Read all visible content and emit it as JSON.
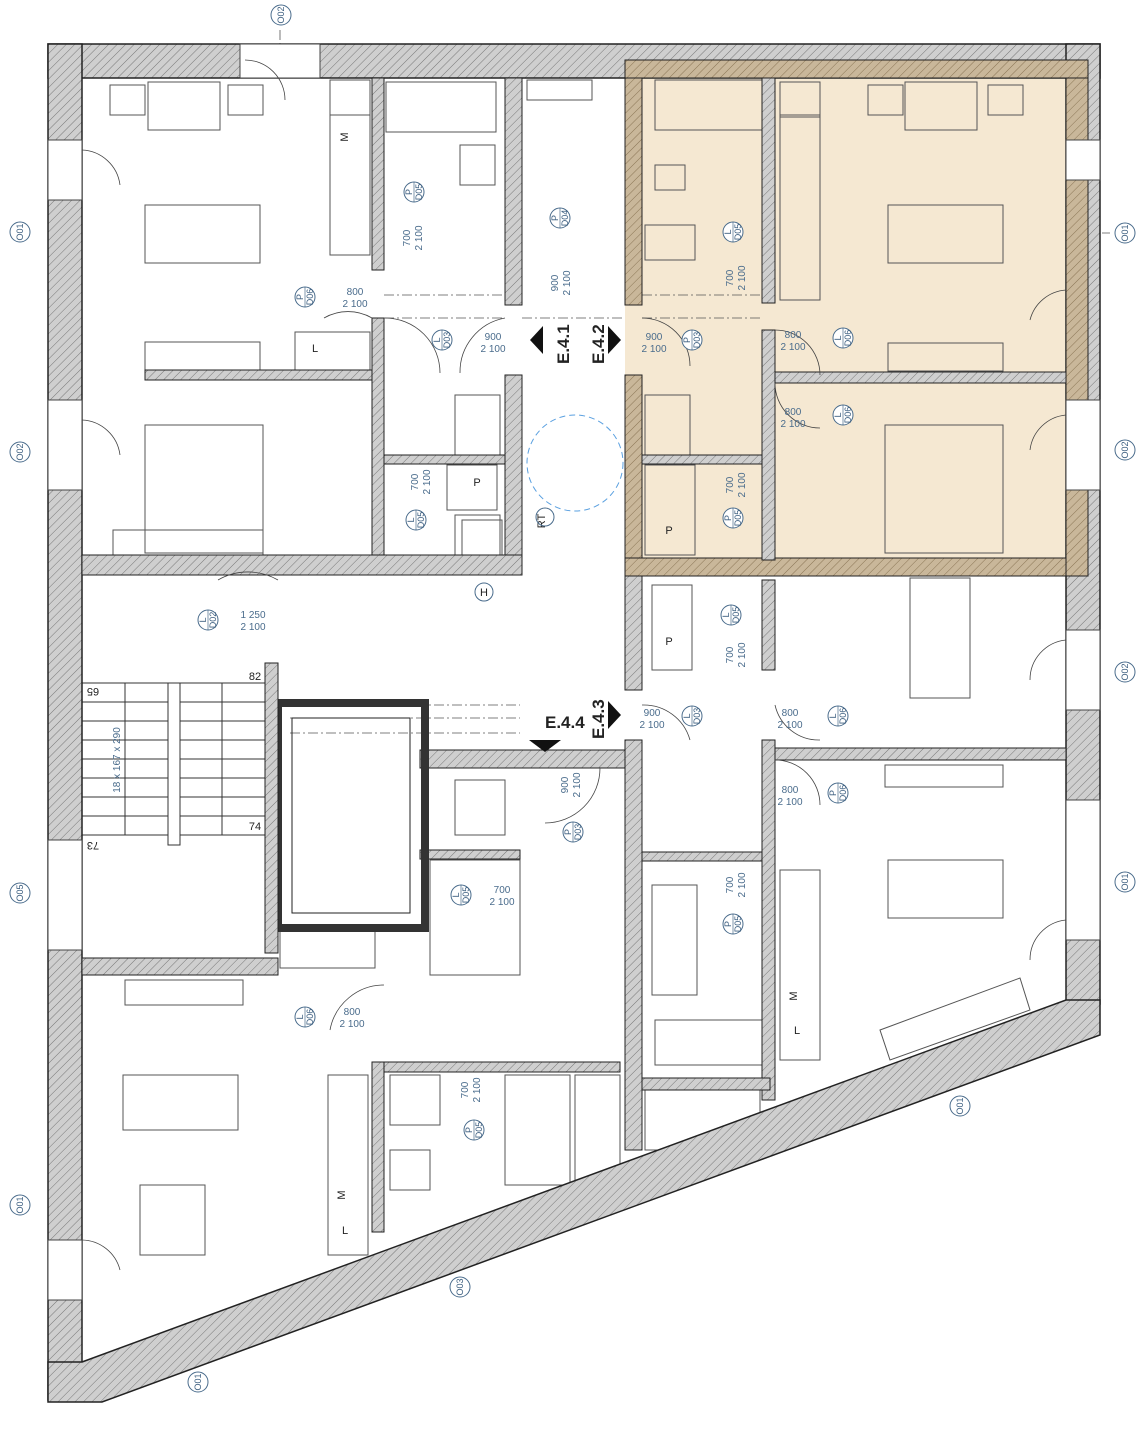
{
  "plan": {
    "highlight_color": "#f5e8d2",
    "wall_color": "#cfcfcf",
    "tag_color": "#4a6c8c",
    "door_tags": [
      {
        "side": "P",
        "code": "D05"
      },
      {
        "side": "P",
        "code": "D04"
      },
      {
        "side": "P",
        "code": "D06"
      },
      {
        "side": "L",
        "code": "D03"
      },
      {
        "side": "L",
        "code": "D05"
      },
      {
        "side": "L",
        "code": "D05"
      },
      {
        "side": "P",
        "code": "D03"
      },
      {
        "side": "L",
        "code": "D06"
      },
      {
        "side": "L",
        "code": "D06"
      },
      {
        "side": "P",
        "code": "D05"
      },
      {
        "side": "L",
        "code": "D02"
      },
      {
        "side": "L",
        "code": "D05"
      },
      {
        "side": "L",
        "code": "D03"
      },
      {
        "side": "L",
        "code": "D06"
      },
      {
        "side": "P",
        "code": "D06"
      },
      {
        "side": "P",
        "code": "D03"
      },
      {
        "side": "L",
        "code": "D05"
      },
      {
        "side": "P",
        "code": "D05"
      },
      {
        "side": "L",
        "code": "D06"
      },
      {
        "side": "P",
        "code": "D05"
      }
    ],
    "door_dims": [
      {
        "w": "700",
        "h": "2 100"
      },
      {
        "w": "800",
        "h": "2 100"
      },
      {
        "w": "900",
        "h": "2 100"
      },
      {
        "w": "900",
        "h": "2 100"
      },
      {
        "w": "700",
        "h": "2 100"
      },
      {
        "w": "700",
        "h": "2 100"
      },
      {
        "w": "900",
        "h": "2 100"
      },
      {
        "w": "800",
        "h": "2 100"
      },
      {
        "w": "800",
        "h": "2 100"
      },
      {
        "w": "700",
        "h": "2 100"
      },
      {
        "w": "1 250",
        "h": "2 100"
      },
      {
        "w": "700",
        "h": "2 100"
      },
      {
        "w": "900",
        "h": "2 100"
      },
      {
        "w": "800",
        "h": "2 100"
      },
      {
        "w": "800",
        "h": "2 100"
      },
      {
        "w": "900",
        "h": "2 100"
      },
      {
        "w": "700",
        "h": "2 100"
      },
      {
        "w": "700",
        "h": "2 100"
      },
      {
        "w": "800",
        "h": "2 100"
      },
      {
        "w": "700",
        "h": "2 100"
      }
    ],
    "window_tags": [
      "O02",
      "O01",
      "O02",
      "O05",
      "O01",
      "O01",
      "O03",
      "O01",
      "O01",
      "O02",
      "O02",
      "O01"
    ],
    "elevation_markers": [
      "E.4.1",
      "E.4.2",
      "E.4.3",
      "E.4.4"
    ],
    "room_marks": [
      "M",
      "L",
      "P",
      "RT",
      "H",
      "P",
      "P",
      "M",
      "L",
      "M",
      "L"
    ],
    "stair": {
      "spec": "18 x 167 x 290",
      "levels": [
        "65",
        "82",
        "74",
        "73"
      ]
    }
  }
}
